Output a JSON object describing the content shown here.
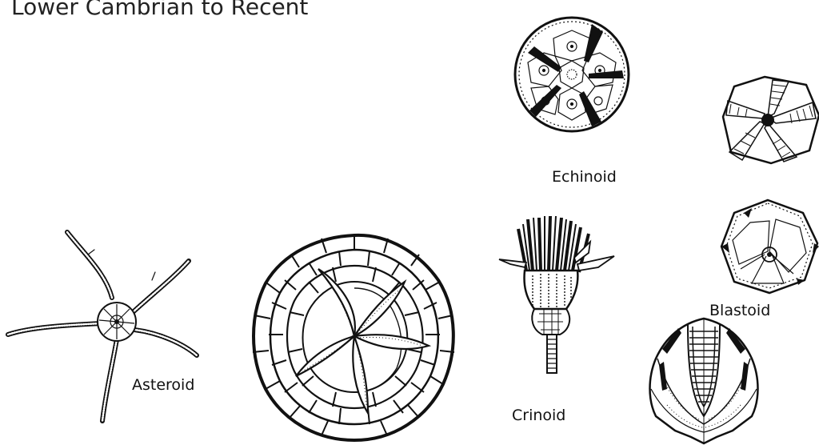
{
  "title": "Lower Cambrian to Recent",
  "labels": {
    "echinoid": "Echinoid",
    "blastoid": "Blastoid",
    "asteroid": "Asteroid",
    "crinoid": "Crinoid"
  },
  "colors": {
    "ink": "#111111",
    "background": "#ffffff"
  }
}
